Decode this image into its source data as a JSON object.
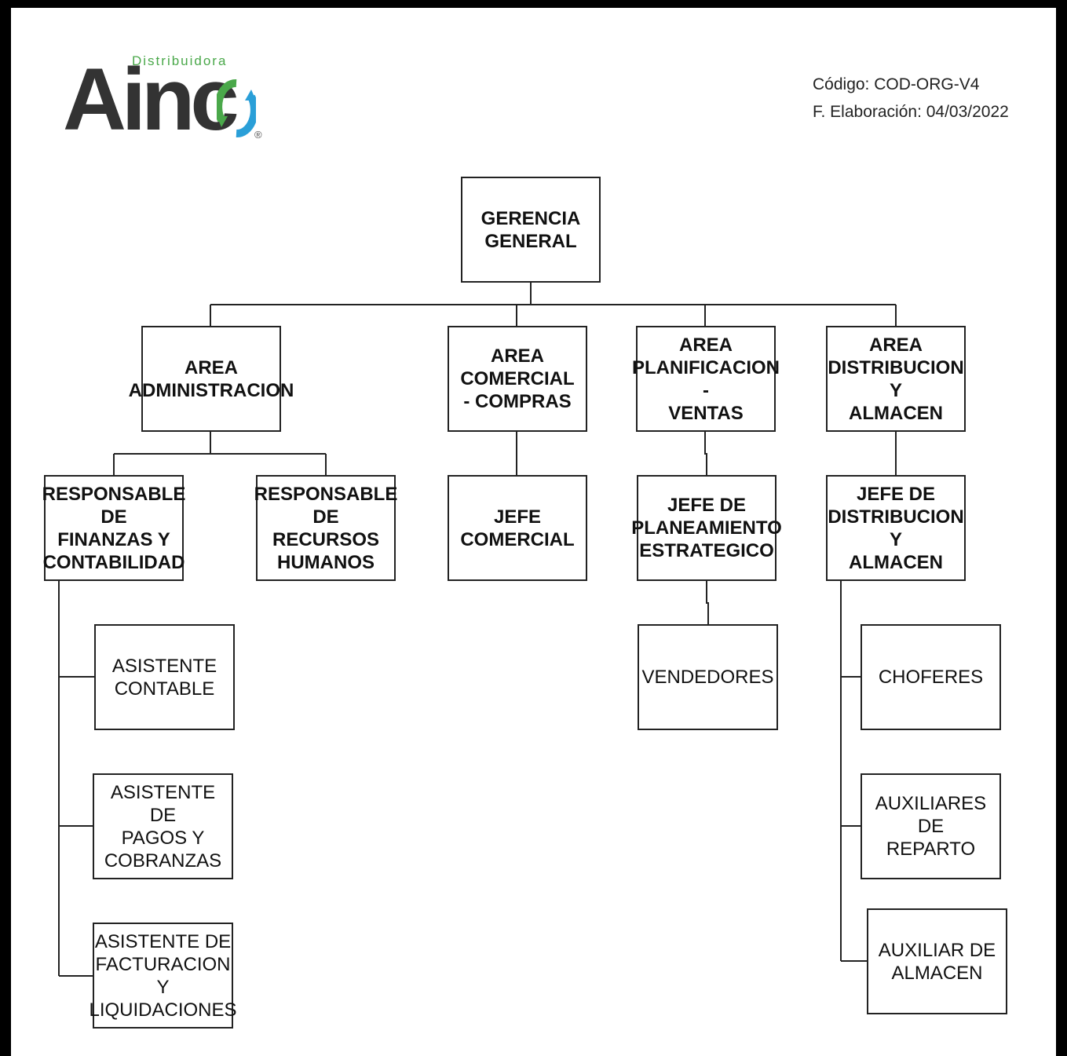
{
  "brand": {
    "sub": "Distribuidora",
    "main": "Ainc",
    "reg": "®"
  },
  "doc": {
    "code": "Código: COD-ORG-V4",
    "date": "F. Elaboración: 04/03/2022"
  },
  "nodes": {
    "gerencia": "GERENCIA\nGENERAL",
    "area_admin": "AREA\nADMINISTRACION",
    "area_comercial": "AREA COMERCIAL\n- COMPRAS",
    "area_planif": "AREA\nPLANIFICACION -\nVENTAS",
    "area_distrib": "AREA\nDISTRIBUCION Y\nALMACEN",
    "resp_finanzas": "RESPONSABLE DE\nFINANZAS Y\nCONTABILIDAD",
    "resp_rrhh": "RESPONSABLE DE\nRECURSOS\nHUMANOS",
    "jefe_comercial": "JEFE COMERCIAL",
    "jefe_planeamiento": "JEFE DE\nPLANEAMIENTO\nESTRATEGICO",
    "jefe_distrib": "JEFE DE\nDISTRIBUCION Y\nALMACEN",
    "asist_contable": "ASISTENTE\nCONTABLE",
    "asist_pagos": "ASISTENTE DE\nPAGOS Y\nCOBRANZAS",
    "asist_facturacion": "ASISTENTE DE\nFACTURACION Y\nLIQUIDACIONES",
    "vendedores": "VENDEDORES",
    "choferes": "CHOFERES",
    "aux_reparto": "AUXILIARES DE\nREPARTO",
    "aux_almacen": "AUXILIAR DE\nALMACEN"
  },
  "colors": {
    "logo_dark": "#333333",
    "logo_green": "#4aa84a",
    "logo_blue": "#2a9fd8",
    "line": "#222222"
  }
}
